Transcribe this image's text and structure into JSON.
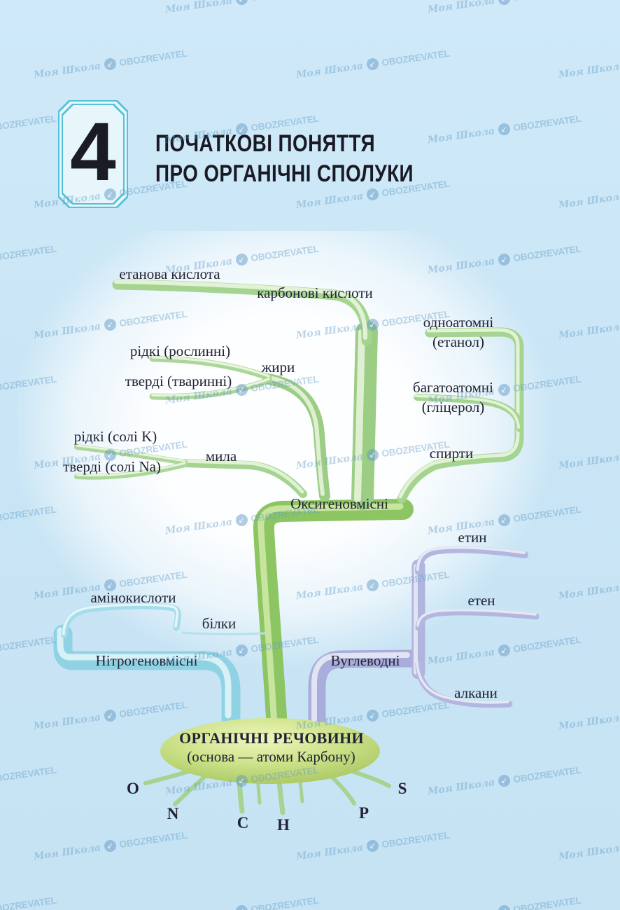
{
  "header": {
    "chapter_number": "4",
    "title_line1": "ПОЧАТКОВІ ПОНЯТТЯ",
    "title_line2": "ПРО ОРГАНІЧНІ СПОЛУКИ"
  },
  "watermark": {
    "brand_script": "Моя Школа",
    "brand_caps": "OBOZREVATEL"
  },
  "diagram": {
    "center": {
      "title": "ОРГАНІЧНІ РЕЧОВИНИ",
      "subtitle": "(основа — атоми Карбону)"
    },
    "roots": {
      "o": "O",
      "n": "N",
      "c": "C",
      "h": "H",
      "p": "P",
      "s": "S"
    },
    "oxygen": {
      "label": "Оксигеновмісні",
      "acids": {
        "label": "карбонові кислоти",
        "example": "етанова кислота"
      },
      "fats": {
        "label": "жири",
        "liquid": "рідкі (рослинні)",
        "solid": "тверді (тваринні)"
      },
      "soaps": {
        "label": "мила",
        "liquid": "рідкі (солі K)",
        "solid": "тверді (солі Na)"
      },
      "alcohols": {
        "label": "спирти",
        "mono": "одноатомні",
        "mono_example": "(етанол)",
        "poly": "багатоатомні",
        "poly_example": "(гліцерол)"
      }
    },
    "nitrogen": {
      "label": "Нітрогеновмісні",
      "amino_acids": "амінокислоти",
      "proteins": "білки"
    },
    "hydrocarbons": {
      "label": "Вуглеводні",
      "ethyne": "етин",
      "ethene": "етен",
      "alkanes": "алкани"
    }
  },
  "colors": {
    "background": "#cbe6f6",
    "oxygen_branch": "#8fc463",
    "nitrogen_branch": "#8fd2e3",
    "hydrocarbon_branch": "#aeb2da",
    "ellipse_fill": "#c3dd7f",
    "text": "#232335",
    "chapter_box_border": "#54c2da"
  }
}
